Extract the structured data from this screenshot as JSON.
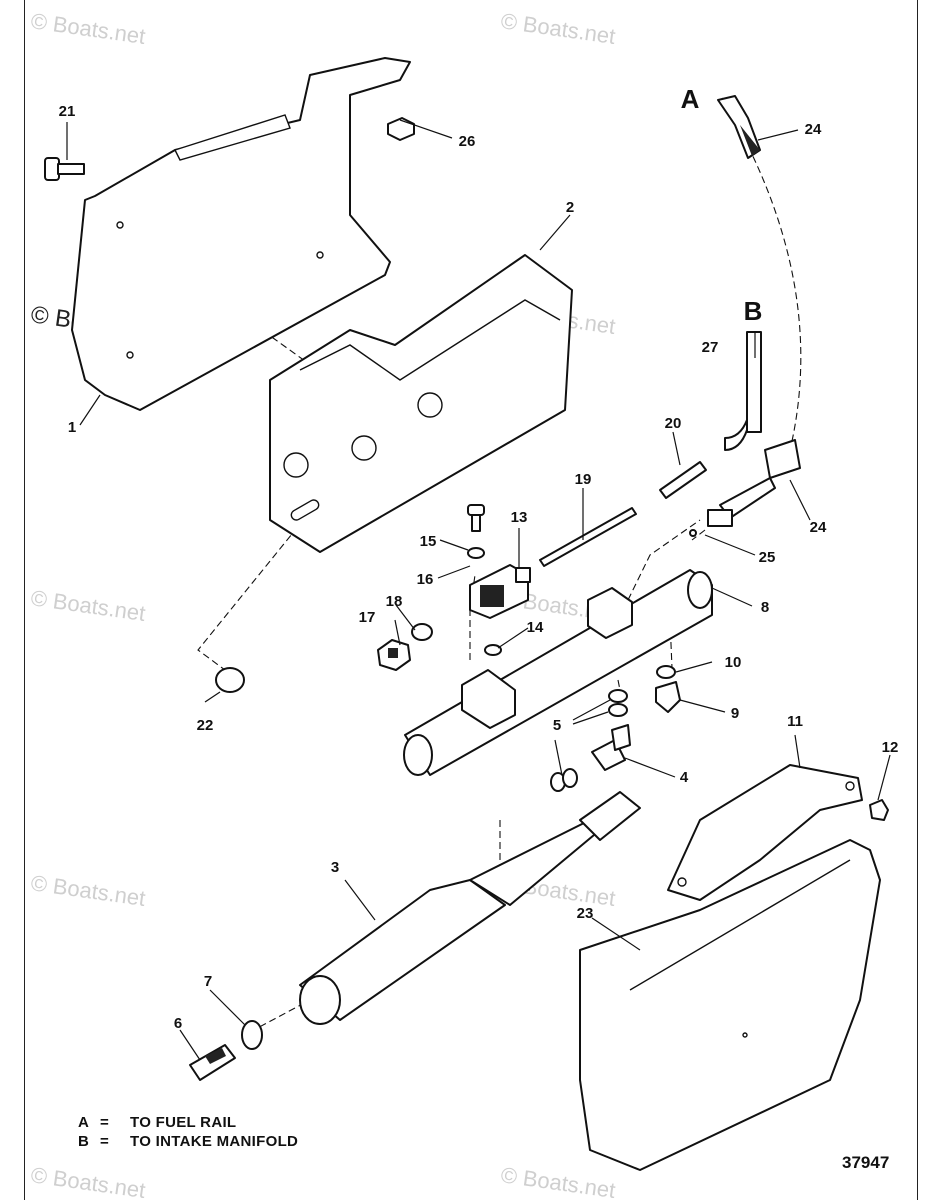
{
  "watermark": {
    "text": "© Boats.net"
  },
  "callouts": [
    {
      "id": "1",
      "label": "1"
    },
    {
      "id": "2",
      "label": "2"
    },
    {
      "id": "3",
      "label": "3"
    },
    {
      "id": "4",
      "label": "4"
    },
    {
      "id": "5",
      "label": "5"
    },
    {
      "id": "6",
      "label": "6"
    },
    {
      "id": "7",
      "label": "7"
    },
    {
      "id": "8",
      "label": "8"
    },
    {
      "id": "9",
      "label": "9"
    },
    {
      "id": "10",
      "label": "10"
    },
    {
      "id": "11",
      "label": "11"
    },
    {
      "id": "12",
      "label": "12"
    },
    {
      "id": "13",
      "label": "13"
    },
    {
      "id": "14",
      "label": "14"
    },
    {
      "id": "15",
      "label": "15"
    },
    {
      "id": "16",
      "label": "16"
    },
    {
      "id": "17",
      "label": "17"
    },
    {
      "id": "18",
      "label": "18"
    },
    {
      "id": "19",
      "label": "19"
    },
    {
      "id": "20",
      "label": "20"
    },
    {
      "id": "21",
      "label": "21"
    },
    {
      "id": "22",
      "label": "22"
    },
    {
      "id": "23",
      "label": "23"
    },
    {
      "id": "24a",
      "label": "24"
    },
    {
      "id": "24b",
      "label": "24"
    },
    {
      "id": "25",
      "label": "25"
    },
    {
      "id": "26",
      "label": "26"
    },
    {
      "id": "27",
      "label": "27"
    }
  ],
  "connection_markers": {
    "a": "A",
    "b": "B"
  },
  "legend": {
    "items": [
      {
        "key": "A",
        "sep": "=",
        "text": "TO FUEL RAIL"
      },
      {
        "key": "B",
        "sep": "=",
        "text": "TO INTAKE MANIFOLD"
      }
    ]
  },
  "reference_number": "37947"
}
